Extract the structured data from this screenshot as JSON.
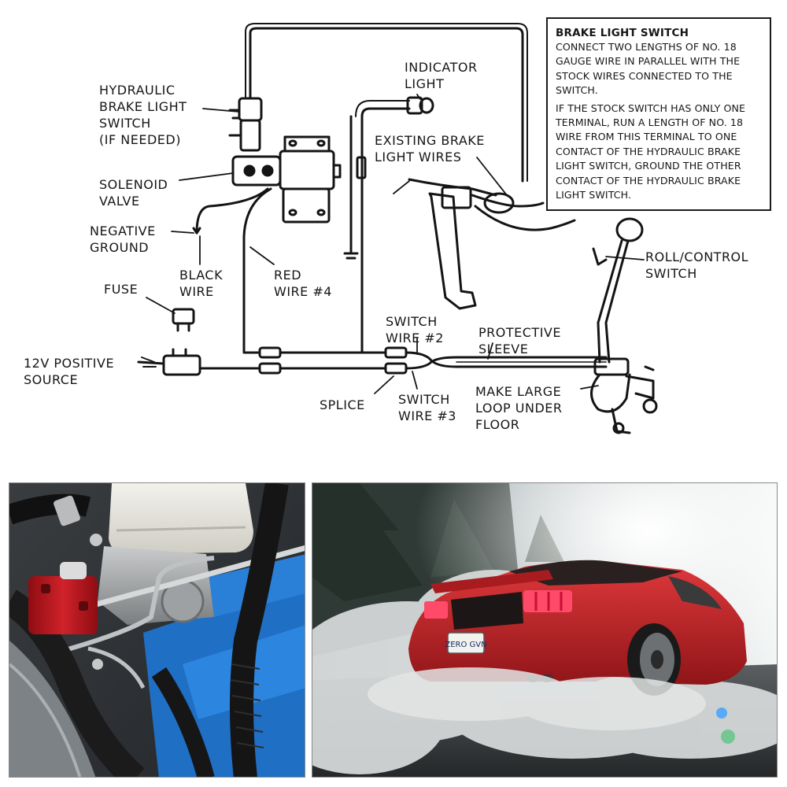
{
  "diagram": {
    "labels": {
      "hydraulic_switch": "HYDRAULIC\nBRAKE LIGHT\nSWITCH\n(IF NEEDED)",
      "solenoid_valve": "SOLENOID\nVALVE",
      "negative_ground": "NEGATIVE\nGROUND",
      "black_wire": "BLACK\nWIRE",
      "red_wire": "RED\nWIRE #4",
      "fuse": "FUSE",
      "positive_source": "12V POSITIVE\nSOURCE",
      "indicator_light": "INDICATOR\nLIGHT",
      "existing_brake_wires": "EXISTING BRAKE\nLIGHT WIRES",
      "switch_wire_2": "SWITCH\nWIRE #2",
      "protective_sleeve": "PROTECTIVE\nSLEEVE",
      "splice": "SPLICE",
      "switch_wire_3": "SWITCH\nWIRE #3",
      "make_large_loop": "MAKE LARGE\nLOOP UNDER\nFLOOR",
      "roll_control_switch": "ROLL/CONTROL\nSWITCH"
    },
    "note": {
      "title": "BRAKE LIGHT SWITCH",
      "para1": "CONNECT TWO LENGTHS OF NO. 18 GAUGE WIRE IN PARALLEL WITH THE STOCK WIRES CONNECTED TO THE SWITCH.",
      "para2": "IF THE STOCK SWITCH HAS ONLY ONE TERMINAL, RUN A LENGTH OF NO. 18 WIRE FROM THIS TERMINAL TO ONE CONTACT OF THE HYDRAULIC BRAKE LIGHT SWITCH, GROUND THE OTHER CONTACT OF THE HYDRAULIC BRAKE LIGHT SWITCH."
    }
  },
  "photos": {
    "car_plate": "ZERO GVN",
    "colors": {
      "solenoid_red": "#c0161c",
      "engine_blue": "#1f6fc4",
      "car_red": "#c8262a",
      "smoke": "#d9dcdc"
    }
  }
}
